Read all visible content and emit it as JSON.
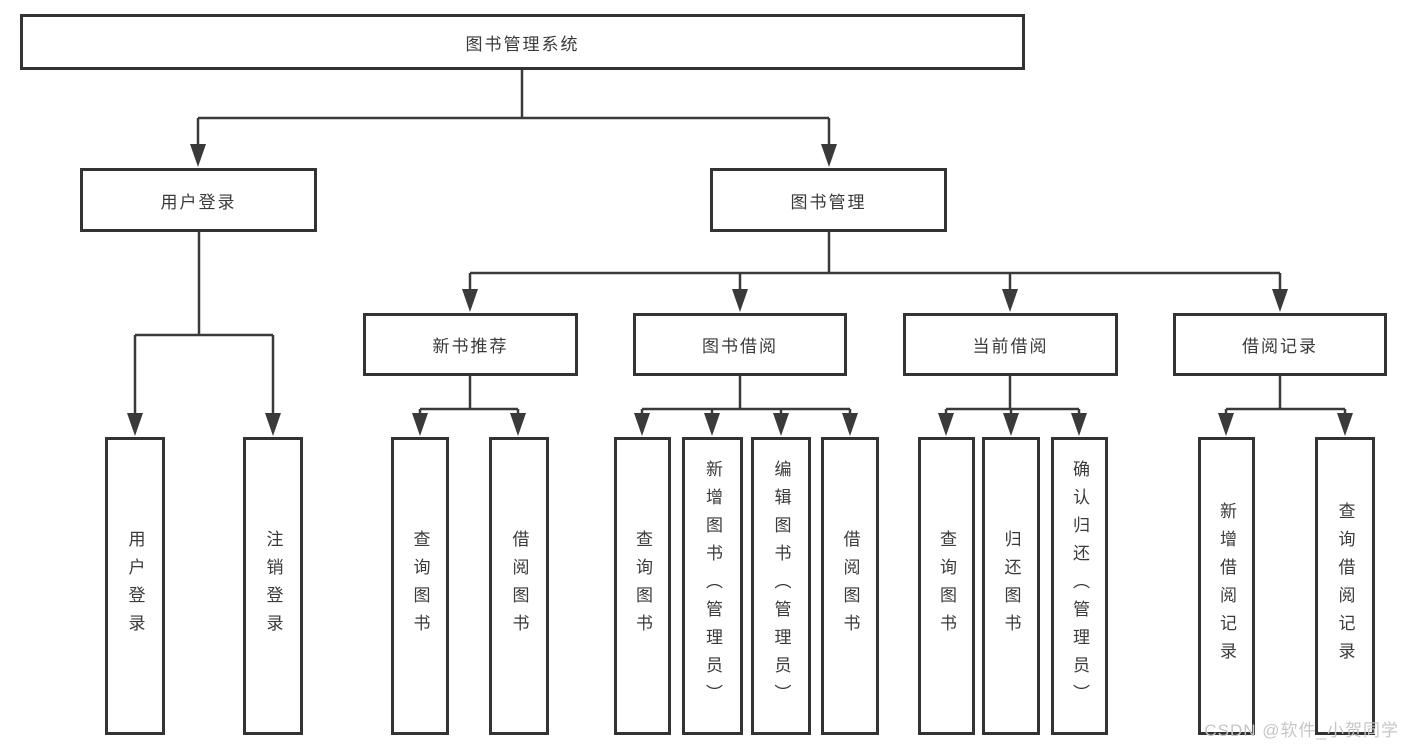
{
  "diagram_title": "图书管理系统",
  "tree": {
    "root": {
      "label": "图书管理系统"
    },
    "level2": [
      {
        "label": "用户登录"
      },
      {
        "label": "图书管理"
      }
    ],
    "level3": [
      {
        "label": "新书推荐"
      },
      {
        "label": "图书借阅"
      },
      {
        "label": "当前借阅"
      },
      {
        "label": "借阅记录"
      }
    ],
    "leafGroups": [
      {
        "parent": "用户登录",
        "items": [
          {
            "label": "用户登录"
          },
          {
            "label": "注销登录"
          }
        ]
      },
      {
        "parent": "新书推荐",
        "items": [
          {
            "label": "查询图书"
          },
          {
            "label": "借阅图书"
          }
        ]
      },
      {
        "parent": "图书借阅",
        "items": [
          {
            "label": "查询图书"
          },
          {
            "label": "新增图书（管理员）"
          },
          {
            "label": "编辑图书（管理员）"
          },
          {
            "label": "借阅图书"
          }
        ]
      },
      {
        "parent": "当前借阅",
        "items": [
          {
            "label": "查询图书"
          },
          {
            "label": "归还图书"
          },
          {
            "label": "确认归还（管理员）"
          }
        ]
      },
      {
        "parent": "借阅记录",
        "items": [
          {
            "label": "新增借阅记录"
          },
          {
            "label": "查询借阅记录"
          }
        ]
      }
    ]
  },
  "watermark": {
    "text": "CSDN @软件_小贺同学"
  },
  "colors": {
    "line": "#3a3a3a",
    "box_border": "#333333",
    "box_fill": "#ffffff",
    "text": "#3a3a3a",
    "watermark": "#c8c5c8",
    "background": "#ffffff"
  }
}
